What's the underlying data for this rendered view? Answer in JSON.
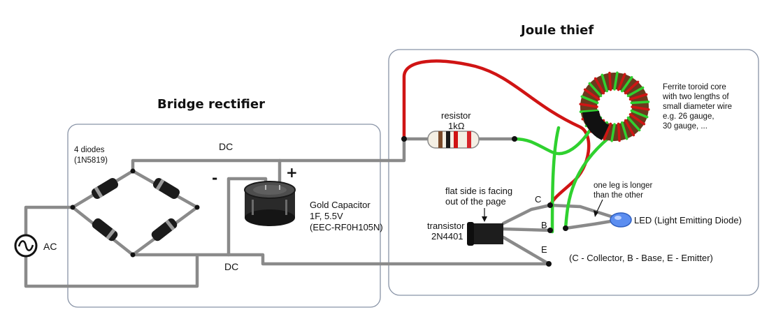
{
  "bridge": {
    "title": "Bridge rectifier",
    "diodes_label": "4 diodes",
    "diodes_part": "(1N5819)",
    "dc_top": "DC",
    "dc_bottom": "DC",
    "ac": "AC",
    "minus": "-",
    "plus": "+",
    "capacitor": {
      "name": "Gold Capacitor",
      "rating": "1F, 5.5V",
      "part": "(EEC-RF0H105N)"
    }
  },
  "joule": {
    "title": "Joule thief",
    "resistor": {
      "name": "resistor",
      "value": "1kΩ"
    },
    "toroid": [
      "Ferrite toroid core",
      "with two lengths of",
      "small diameter wire",
      "e.g. 26 gauge,",
      "30 gauge, ..."
    ],
    "flat_side": [
      "flat side is facing",
      "out of the page"
    ],
    "transistor": [
      "transistor",
      "2N4401"
    ],
    "pins": {
      "c": "C",
      "b": "B",
      "e": "E"
    },
    "leg_note": [
      "one leg is longer",
      "than the other"
    ],
    "led": "LED (Light Emitting Diode)",
    "legend": "(C - Collector, B - Base, E - Emitter)"
  },
  "colors": {
    "wire": "#8a8a8a",
    "red_wire": "#d01414",
    "green_wire": "#2fd12f",
    "box": "#8893a6",
    "led": "#5b8df0"
  }
}
